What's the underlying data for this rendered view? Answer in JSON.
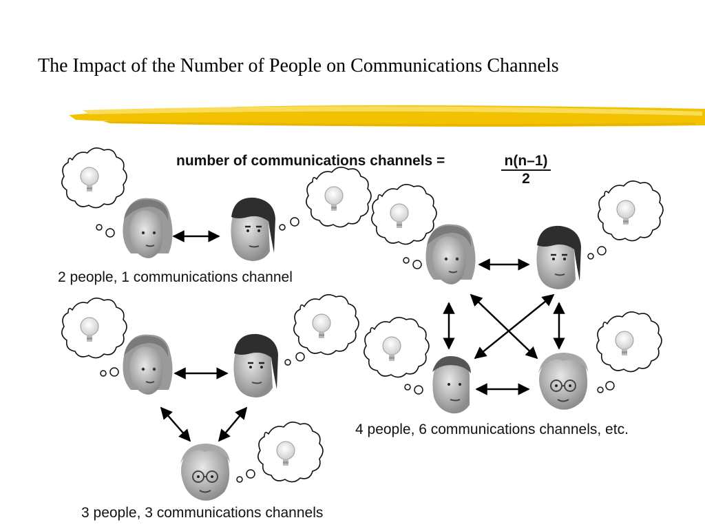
{
  "slide": {
    "title": "The Impact of the Number of People on Communications Channels"
  },
  "formula": {
    "lead": "number of communications channels =",
    "numerator": "n(n–1)",
    "denominator": "2"
  },
  "captions": {
    "two": "2 people, 1 communications channel",
    "three": "3 people, 3 communications channels",
    "four": "4 people, 6 communications channels, etc."
  },
  "colors": {
    "brush": "#f2c200",
    "brush_light": "#f8dc5a"
  },
  "icons": [
    "woman-head-icon",
    "man-head-icon",
    "older-man-glasses-icon",
    "thought-bubble-lightbulb-icon",
    "double-arrow-icon"
  ]
}
